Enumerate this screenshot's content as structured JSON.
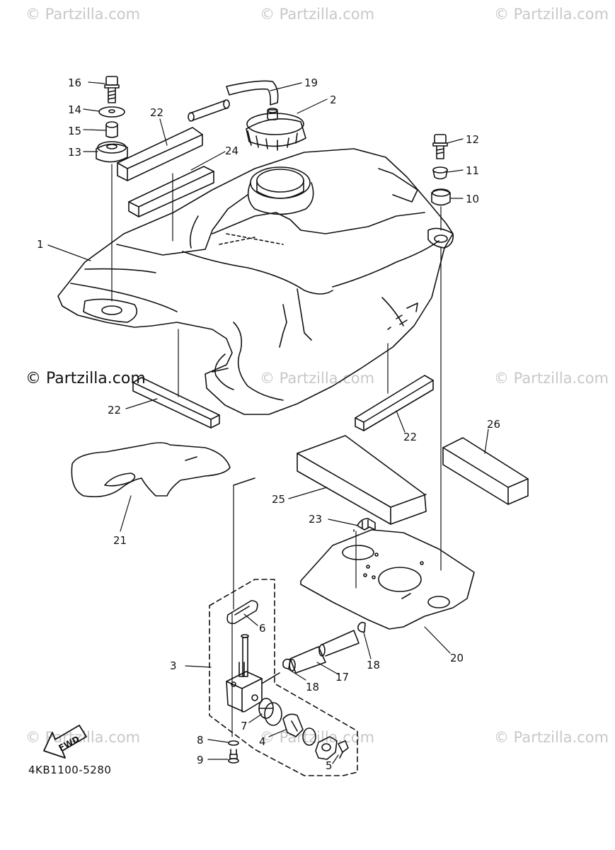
{
  "watermarks": {
    "main": "© Partzilla.com",
    "faint": "© Partzilla.com"
  },
  "diagram_code": "4KB1100-5280",
  "fwd_label": "FWD",
  "callouts": [
    "1",
    "2",
    "3",
    "4",
    "5",
    "6",
    "7",
    "8",
    "9",
    "10",
    "11",
    "12",
    "13",
    "14",
    "15",
    "16",
    "17",
    "18",
    "18",
    "19",
    "20",
    "21",
    "22",
    "22",
    "22",
    "23",
    "24",
    "25",
    "26"
  ]
}
